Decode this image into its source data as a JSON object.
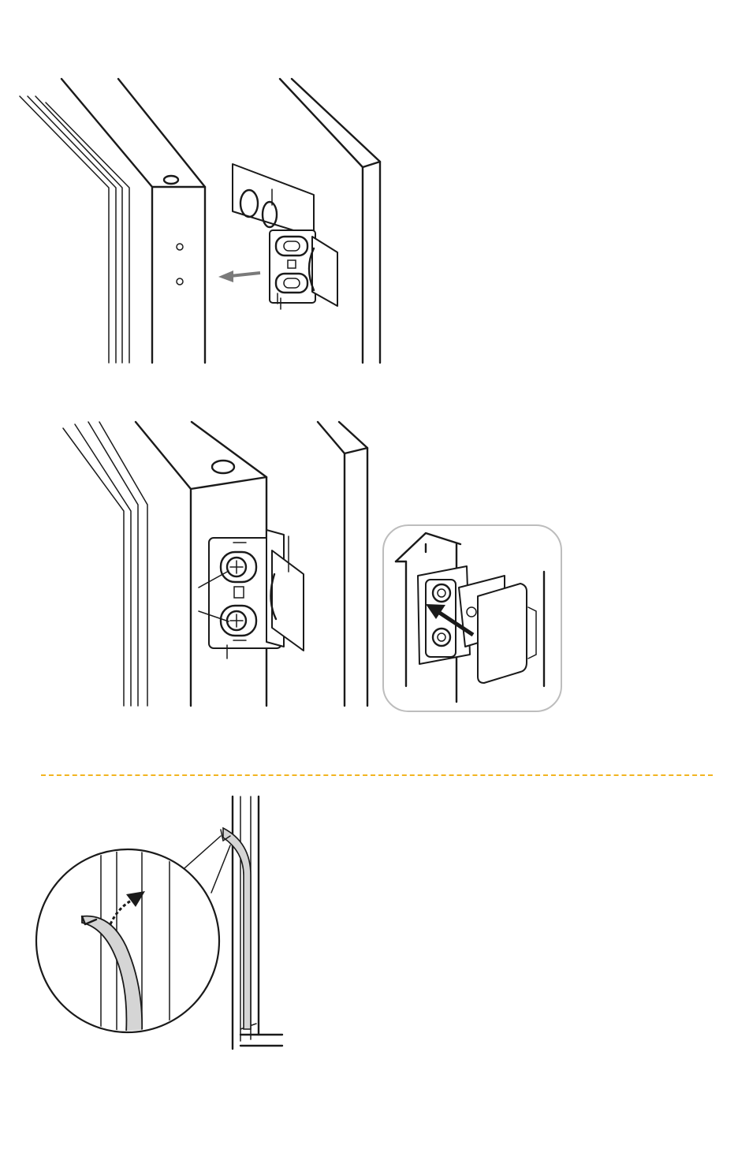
{
  "page": {
    "accent_color": "#f2b521",
    "background": "#ffffff"
  },
  "figures": [
    {
      "id": "step-1",
      "icon": "bracket-attach-illustration"
    },
    {
      "id": "step-2",
      "icon": "bracket-screwed-illustration"
    },
    {
      "id": "step-2-detail",
      "icon": "cover-slide-detail-illustration"
    },
    {
      "id": "step-3",
      "icon": "gasket-insert-illustration"
    }
  ]
}
